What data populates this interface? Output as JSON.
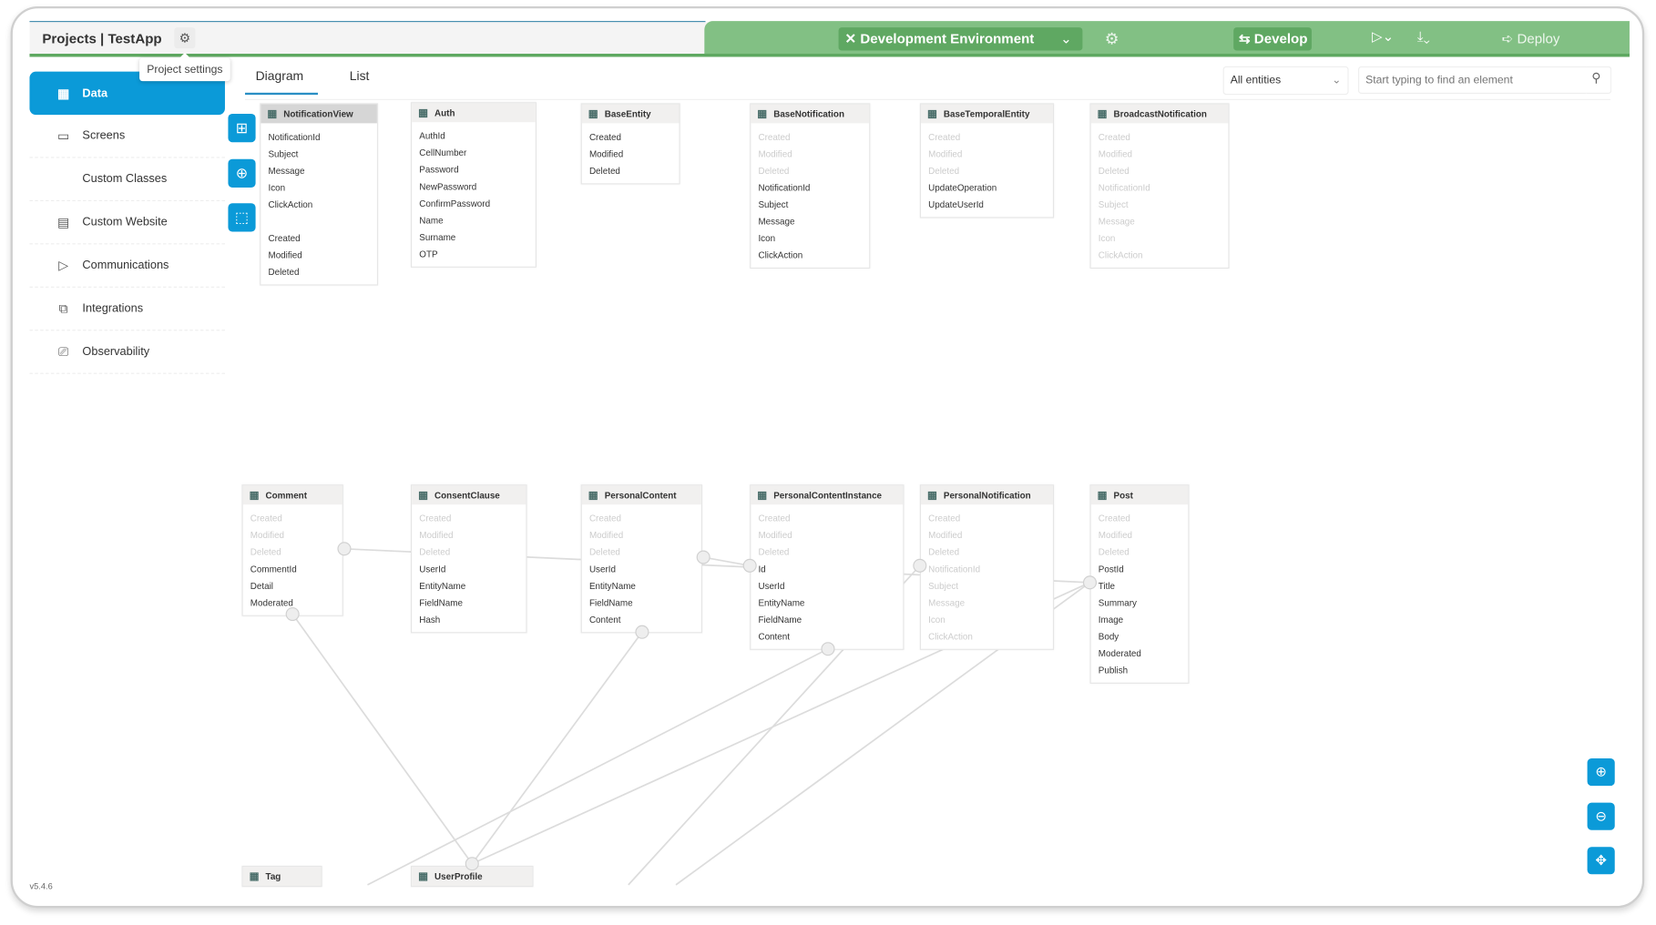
{
  "header": {
    "title": "Projects | TestApp",
    "settings_tooltip": "Project settings",
    "environment": "Development Environment",
    "develop_label": "Develop",
    "deploy_label": "Deploy"
  },
  "colors": {
    "accent": "#0b9ad8",
    "header_green": "#82c084",
    "button_green": "#5fa862"
  },
  "sidebar": {
    "items": [
      {
        "label": "Data",
        "icon": "table-icon",
        "active": true
      },
      {
        "label": "Screens",
        "icon": "devices-icon"
      },
      {
        "label": "Custom Classes",
        "icon": "code-icon"
      },
      {
        "label": "Custom Website",
        "icon": "browser-icon"
      },
      {
        "label": "Communications",
        "icon": "send-icon"
      },
      {
        "label": "Integrations",
        "icon": "integrations-icon"
      },
      {
        "label": "Observability",
        "icon": "monitor-icon"
      }
    ]
  },
  "tabs": [
    {
      "label": "Diagram",
      "active": true
    },
    {
      "label": "List"
    }
  ],
  "filter": {
    "selected": "All entities"
  },
  "search": {
    "placeholder": "Start typing to find an element"
  },
  "entities": [
    {
      "name": "NotificationView",
      "selected": true,
      "fields": [
        {
          "n": "NotificationId"
        },
        {
          "n": "Subject"
        },
        {
          "n": "Message"
        },
        {
          "n": "Icon"
        },
        {
          "n": "ClickAction"
        },
        {
          "n": ""
        },
        {
          "n": "Created"
        },
        {
          "n": "Modified"
        },
        {
          "n": "Deleted"
        }
      ]
    },
    {
      "name": "Auth",
      "fields": [
        {
          "n": "AuthId"
        },
        {
          "n": "CellNumber"
        },
        {
          "n": "Password"
        },
        {
          "n": "NewPassword"
        },
        {
          "n": "ConfirmPassword"
        },
        {
          "n": "Name"
        },
        {
          "n": "Surname"
        },
        {
          "n": "OTP"
        }
      ]
    },
    {
      "name": "BaseEntity",
      "fields": [
        {
          "n": "Created"
        },
        {
          "n": "Modified"
        },
        {
          "n": "Deleted"
        }
      ]
    },
    {
      "name": "BaseNotification",
      "fields": [
        {
          "n": "Created",
          "f": 1
        },
        {
          "n": "Modified",
          "f": 1
        },
        {
          "n": "Deleted",
          "f": 1
        },
        {
          "n": "NotificationId"
        },
        {
          "n": "Subject"
        },
        {
          "n": "Message"
        },
        {
          "n": "Icon"
        },
        {
          "n": "ClickAction"
        }
      ]
    },
    {
      "name": "BaseTemporalEntity",
      "fields": [
        {
          "n": "Created",
          "f": 1
        },
        {
          "n": "Modified",
          "f": 1
        },
        {
          "n": "Deleted",
          "f": 1
        },
        {
          "n": "UpdateOperation"
        },
        {
          "n": "UpdateUserId"
        }
      ]
    },
    {
      "name": "BroadcastNotification",
      "fields": [
        {
          "n": "Created",
          "f": 1
        },
        {
          "n": "Modified",
          "f": 1
        },
        {
          "n": "Deleted",
          "f": 1
        },
        {
          "n": "NotificationId",
          "f": 1
        },
        {
          "n": "Subject",
          "f": 1
        },
        {
          "n": "Message",
          "f": 1
        },
        {
          "n": "Icon",
          "f": 1
        },
        {
          "n": "ClickAction",
          "f": 1
        }
      ]
    },
    {
      "name": "Comment",
      "fields": [
        {
          "n": "Created",
          "f": 1
        },
        {
          "n": "Modified",
          "f": 1
        },
        {
          "n": "Deleted",
          "f": 1
        },
        {
          "n": "CommentId"
        },
        {
          "n": "Detail"
        },
        {
          "n": "Moderated"
        }
      ]
    },
    {
      "name": "ConsentClause",
      "fields": [
        {
          "n": "Created",
          "f": 1
        },
        {
          "n": "Modified",
          "f": 1
        },
        {
          "n": "Deleted",
          "f": 1
        },
        {
          "n": "UserId"
        },
        {
          "n": "EntityName"
        },
        {
          "n": "FieldName"
        },
        {
          "n": "Hash"
        }
      ]
    },
    {
      "name": "PersonalContent",
      "fields": [
        {
          "n": "Created",
          "f": 1
        },
        {
          "n": "Modified",
          "f": 1
        },
        {
          "n": "Deleted",
          "f": 1
        },
        {
          "n": "UserId"
        },
        {
          "n": "EntityName"
        },
        {
          "n": "FieldName"
        },
        {
          "n": "Content"
        }
      ]
    },
    {
      "name": "PersonalContentInstance",
      "fields": [
        {
          "n": "Created",
          "f": 1
        },
        {
          "n": "Modified",
          "f": 1
        },
        {
          "n": "Deleted",
          "f": 1
        },
        {
          "n": "Id"
        },
        {
          "n": "UserId"
        },
        {
          "n": "EntityName"
        },
        {
          "n": "FieldName"
        },
        {
          "n": "Content"
        }
      ]
    },
    {
      "name": "PersonalNotification",
      "fields": [
        {
          "n": "Created",
          "f": 1
        },
        {
          "n": "Modified",
          "f": 1
        },
        {
          "n": "Deleted",
          "f": 1
        },
        {
          "n": "NotificationId",
          "f": 1
        },
        {
          "n": "Subject",
          "f": 1
        },
        {
          "n": "Message",
          "f": 1
        },
        {
          "n": "Icon",
          "f": 1
        },
        {
          "n": "ClickAction",
          "f": 1
        }
      ]
    },
    {
      "name": "Post",
      "fields": [
        {
          "n": "Created",
          "f": 1
        },
        {
          "n": "Modified",
          "f": 1
        },
        {
          "n": "Deleted",
          "f": 1
        },
        {
          "n": "PostId"
        },
        {
          "n": "Title"
        },
        {
          "n": "Summary"
        },
        {
          "n": "Image"
        },
        {
          "n": "Body"
        },
        {
          "n": "Moderated"
        },
        {
          "n": "Publish"
        }
      ]
    },
    {
      "name": "Tag",
      "fields": []
    },
    {
      "name": "UserProfile",
      "fields": []
    }
  ],
  "version": "v5.4.6"
}
